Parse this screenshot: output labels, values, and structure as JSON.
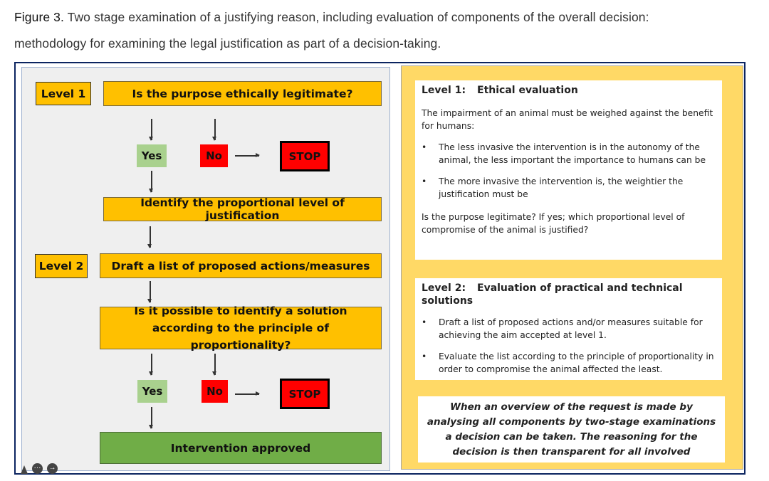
{
  "caption": {
    "label": "Figure 3.",
    "line1": " Two stage examination of a justifying reason, including evaluation of components of the overall decision:",
    "line2": "methodology for examining the legal justification as part of a decision-taking."
  },
  "flowchart": {
    "level1": "Level 1",
    "q1": "Is the purpose ethically legitimate?",
    "yes1": "Yes",
    "no1": "No",
    "stop1": "STOP",
    "identify": "Identify the proportional level of justification",
    "level2": "Level 2",
    "draft": "Draft a list of proposed actions/measures",
    "q2": "Is it possible to identify a solution according to the principle of proportionality?",
    "yes2": "Yes",
    "no2": "No",
    "stop2": "STOP",
    "approved": "Intervention approved"
  },
  "panel1": {
    "level": "Level 1:",
    "title": "Ethical evaluation",
    "intro": "The impairment of an animal must be weighed against the benefit for humans:",
    "bullets": [
      "The less invasive the intervention is in the autonomy of the animal, the less important the importance to humans can be",
      "The more invasive the intervention is, the weightier the justification must be"
    ],
    "question": "Is the purpose legitimate? If yes; which proportional level of compromise of the animal is justified?"
  },
  "panel2": {
    "level": "Level 2:",
    "title": "Evaluation of practical and technical solutions",
    "bullets": [
      "Draft a list of proposed actions and/or measures suitable for achieving the aim accepted at level 1.",
      "Evaluate the list according to the principle of proportionality in order to compromise the animal affected the least."
    ]
  },
  "conclusion": "When an overview of the request is made by analysing all components by two-stage examinations a decision can be taken. The reasoning for the decision is then transparent for all involved",
  "bullet_glyph": "•",
  "toolbar_icons": [
    "person-icon",
    "more-icon",
    "forward-icon"
  ],
  "colors": {
    "amber": "#ffc000",
    "green": "#70ad47",
    "light_green": "#a9d18e",
    "red": "#ff0000",
    "panel_yellow": "#ffd966",
    "frame_navy": "#0b2460"
  }
}
